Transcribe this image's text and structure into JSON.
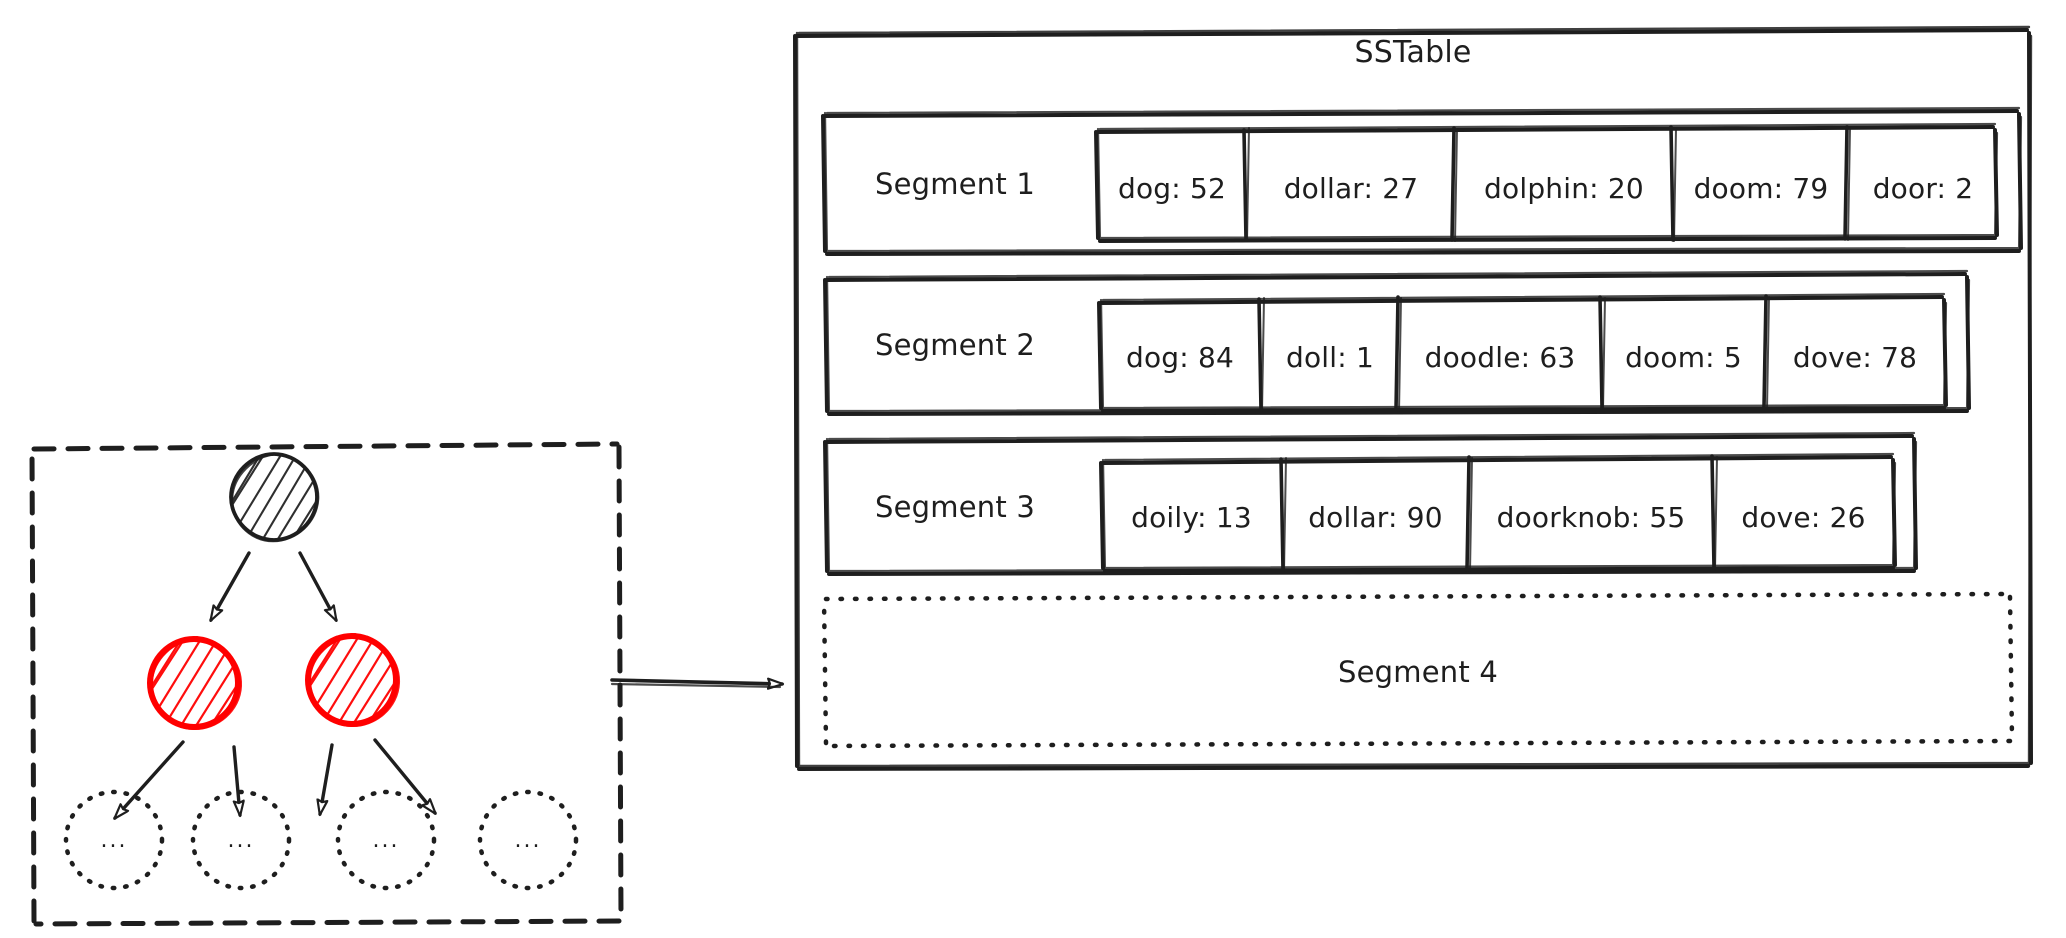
{
  "diagram": {
    "title": "SSTable",
    "style": "hand-drawn-sketch",
    "colors": {
      "stroke": "#1e1e1e",
      "accent_red": "#ff0000",
      "background": "#ffffff"
    },
    "tree_panel": {
      "name": "memtable-tree",
      "border_style": "dashed",
      "root_node": {
        "label": "",
        "fill": "hatched",
        "color": "#1e1e1e"
      },
      "level2_nodes": [
        {
          "label": "",
          "fill": "hatched",
          "color": "#ff0000"
        },
        {
          "label": "",
          "fill": "hatched",
          "color": "#ff0000"
        }
      ],
      "leaf_nodes": [
        {
          "label": "...",
          "border_style": "dotted"
        },
        {
          "label": "...",
          "border_style": "dotted"
        },
        {
          "label": "...",
          "border_style": "dotted"
        },
        {
          "label": "...",
          "border_style": "dotted"
        }
      ]
    },
    "connector": {
      "name": "tree-to-sstable-arrow",
      "from": "memtable-tree",
      "to": "sstable-panel"
    },
    "segments": [
      {
        "label": "Segment 1",
        "border_style": "solid",
        "entries": [
          {
            "key": "dog",
            "value": 52,
            "text": "dog: 52"
          },
          {
            "key": "dollar",
            "value": 27,
            "text": "dollar: 27"
          },
          {
            "key": "dolphin",
            "value": 20,
            "text": "dolphin: 20"
          },
          {
            "key": "doom",
            "value": 79,
            "text": "doom: 79"
          },
          {
            "key": "door",
            "value": 2,
            "text": "door: 2"
          }
        ]
      },
      {
        "label": "Segment 2",
        "border_style": "solid",
        "entries": [
          {
            "key": "dog",
            "value": 84,
            "text": "dog: 84"
          },
          {
            "key": "doll",
            "value": 1,
            "text": "doll: 1"
          },
          {
            "key": "doodle",
            "value": 63,
            "text": "doodle: 63"
          },
          {
            "key": "doom",
            "value": 5,
            "text": "doom: 5"
          },
          {
            "key": "dove",
            "value": 78,
            "text": "dove: 78"
          }
        ]
      },
      {
        "label": "Segment 3",
        "border_style": "solid",
        "entries": [
          {
            "key": "doily",
            "value": 13,
            "text": "doily: 13"
          },
          {
            "key": "dollar",
            "value": 90,
            "text": "dollar: 90"
          },
          {
            "key": "doorknob",
            "value": 55,
            "text": "doorknob: 55"
          },
          {
            "key": "dove",
            "value": 26,
            "text": "dove: 26"
          }
        ]
      },
      {
        "label": "Segment 4",
        "border_style": "dotted",
        "entries": []
      }
    ]
  }
}
